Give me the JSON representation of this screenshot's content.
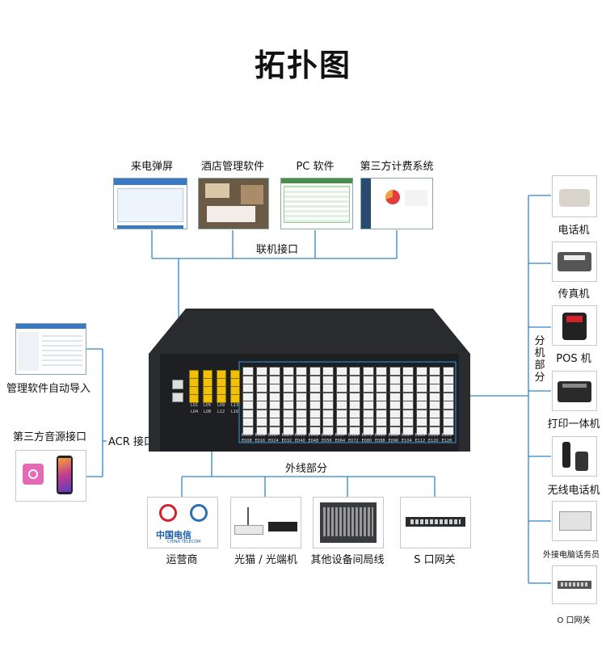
{
  "title": "拓扑图",
  "top_apps": [
    {
      "label": "来电弹屏"
    },
    {
      "label": "酒店管理软件"
    },
    {
      "label": "PC 软件"
    },
    {
      "label": "第三方计费系统"
    }
  ],
  "link_label": "联机接口",
  "left": {
    "software_label": "管理软件自动导入",
    "audio_label": "第三方音源接口",
    "acr_label": "ACR 接口"
  },
  "outside_label": "外线部分",
  "bottom_devices": [
    {
      "label": "运营商"
    },
    {
      "label": "光猫 / 光端机"
    },
    {
      "label": "其他设备间局线"
    },
    {
      "label": "S 口网关"
    }
  ],
  "ext_label": "分机部分",
  "right_devices": [
    {
      "label": "电话机"
    },
    {
      "label": "传真机"
    },
    {
      "label": "POS 机"
    },
    {
      "label": "打印一体机"
    },
    {
      "label": "无线电话机"
    },
    {
      "label": "外接电脑话务员"
    },
    {
      "label": "O 口网关"
    }
  ],
  "port_labels": {
    "yellow_top": [
      "L01",
      "L05",
      "L09",
      "L13"
    ],
    "yellow_bottom": [
      "L04",
      "L08",
      "L12",
      "L16"
    ],
    "white_top": [
      "E001",
      "E009",
      "E017",
      "E025",
      "E033",
      "E041",
      "E049",
      "E057",
      "E065",
      "E073",
      "E081",
      "E089",
      "E097",
      "E105",
      "E113",
      "E121"
    ],
    "white_bottom": [
      "E008",
      "E016",
      "E024",
      "E032",
      "E040",
      "E048",
      "E056",
      "E064",
      "E072",
      "E080",
      "E088",
      "E096",
      "E104",
      "E112",
      "E120",
      "E128"
    ]
  },
  "carrier_logo_text": "中国电信",
  "carrier_logo_subtext": "CHINA TELECOM",
  "colors": {
    "line": "#2f87c8",
    "chassis": "#1e1f22",
    "port_yellow": "#f1c10a"
  }
}
